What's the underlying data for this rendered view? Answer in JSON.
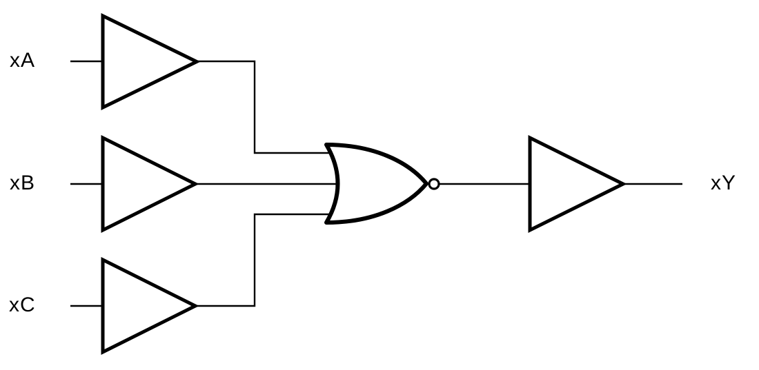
{
  "diagram": {
    "type": "logic-circuit-schematic",
    "labels": {
      "input_a": "xA",
      "input_b": "xB",
      "input_c": "xC",
      "output": "xY"
    },
    "shapes": {
      "buffer_a": "buffer-gate-icon",
      "buffer_b": "buffer-gate-icon",
      "buffer_c": "buffer-gate-icon",
      "nor_gate": "nor-gate-icon",
      "inversion_bubble": "inverter-bubble-icon",
      "output_buffer": "buffer-gate-icon"
    },
    "colors": {
      "line": "#000000",
      "background": "#ffffff"
    }
  }
}
